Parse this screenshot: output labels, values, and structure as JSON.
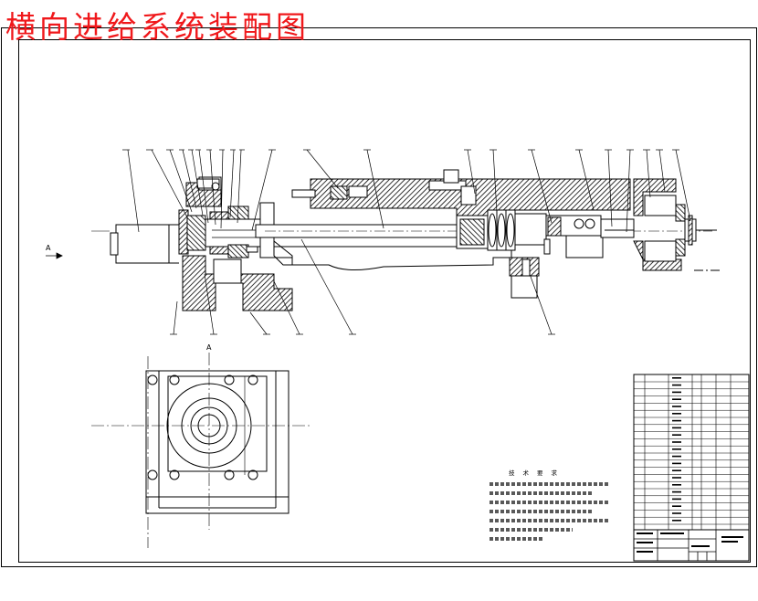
{
  "drawing": {
    "title": "横向进给系统装配图",
    "view_label": "A",
    "tech_requirements_title": "技术要求"
  },
  "colors": {
    "title_red": "#f0181b",
    "line": "#000000",
    "paper": "#ffffff"
  }
}
